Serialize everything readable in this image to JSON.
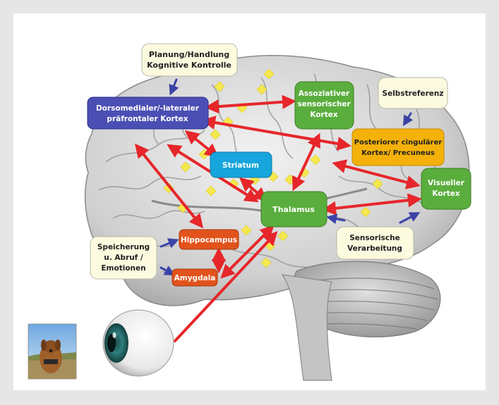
{
  "colors": {
    "frame": "#e6e6e6",
    "note_fill": "#fcfbe0",
    "region_blue": "#4b4fb4",
    "region_cyan": "#16a5dc",
    "region_green": "#5aae3d",
    "region_orange": "#f3b10a",
    "region_red": "#e2531c",
    "arrow_red": "#e6262a",
    "arrow_blue": "#3b43a6",
    "dot_yellow": "#f5e84e"
  },
  "labels": {
    "planung": [
      "Planung/Handlung",
      "Kognitive Kontrolle"
    ],
    "dorsomedial": [
      "Dorsomedialer/-lateraler",
      "präfrontaler Kortex"
    ],
    "assoziativ": [
      "Assoziativer",
      "sensorischer",
      "Kortex"
    ],
    "selbstreferenz": [
      "Selbstreferenz"
    ],
    "posterior": [
      "Posteriorer cingulärer",
      "Kortex/ Precuneus"
    ],
    "striatum": [
      "Striatum"
    ],
    "visuell": [
      "Visueller",
      "Kortex"
    ],
    "thalamus": [
      "Thalamus"
    ],
    "hippocampus": [
      "Hippocampus"
    ],
    "speicherung": [
      "Speicherung",
      "u. Abruf /",
      "Emotionen"
    ],
    "amygdala": [
      "Amygdala"
    ],
    "sensorisch": [
      "Sensorische",
      "Verarbeitung"
    ]
  },
  "icons": {
    "eye": "eye-icon",
    "dog_photo": "dog-photo",
    "brain": "brain-illustration"
  }
}
